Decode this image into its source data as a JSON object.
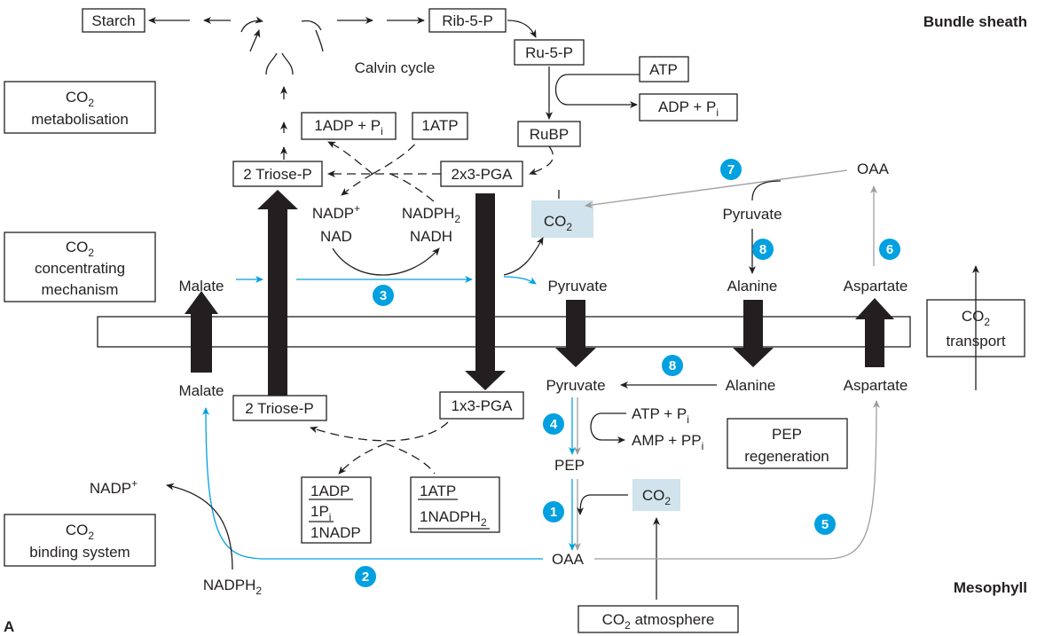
{
  "regions": {
    "bundle_sheath": "Bundle sheath",
    "mesophyll": "Mesophyll",
    "panel_label": "A"
  },
  "side_labels": {
    "metabolisation": {
      "main": "CO",
      "sub": "2",
      "line2": "metabolisation"
    },
    "concentrating": {
      "main": "CO",
      "sub": "2",
      "line2": "concentrating",
      "line3": "mechanism"
    },
    "binding": {
      "main": "CO",
      "sub": "2",
      "line2": "binding system"
    },
    "transport": {
      "main": "CO",
      "sub": "2",
      "line2": "transport"
    },
    "pep_regeneration": {
      "line1": "PEP",
      "line2": "regeneration"
    }
  },
  "calvin": {
    "starch": "Starch",
    "rib5p": "Rib-5-P",
    "ru5p": "Ru-5-P",
    "atp": "ATP",
    "adp_pi": {
      "main": "ADP + P",
      "sub": "i"
    },
    "rubp": "RuBP",
    "calvin_cycle": "Calvin cycle",
    "adp_pi_1": {
      "main": "1ADP + P",
      "sub": "i"
    },
    "atp_1": "1ATP",
    "triose_top": "2 Triose-P",
    "pga_top": "2x3-PGA",
    "nadp": {
      "main": "NADP",
      "sup": "+"
    },
    "nad": "NAD",
    "nadph2": {
      "main": "NADPH",
      "sub": "2"
    },
    "nadh": "NADH",
    "co2_bs": {
      "main": "CO",
      "sub": "2"
    },
    "oaa_bs": "OAA",
    "pyruvate_bs2": "Pyruvate"
  },
  "bundle_sheath_row": {
    "malate": "Malate",
    "pyruvate": "Pyruvate",
    "alanine": "Alanine",
    "aspartate": "Aspartate"
  },
  "mesophyll_row": {
    "malate": "Malate",
    "triose": "2 Triose-P",
    "pga": "1x3-PGA",
    "pyruvate": "Pyruvate",
    "alanine": "Alanine",
    "aspartate": "Aspartate",
    "atp_pi": {
      "main": "ATP + P",
      "sub": "i"
    },
    "amp_ppi": {
      "main": "AMP + PP",
      "sub": "i"
    },
    "pep": "PEP",
    "co2_m": {
      "main": "CO",
      "sub": "2"
    },
    "oaa": "OAA",
    "nadp_m": {
      "main": "NADP",
      "sup": "+"
    },
    "nadph2_m": {
      "main": "NADPH",
      "sub": "2"
    },
    "box_left": {
      "l1": "1ADP",
      "l2": {
        "main": "1P",
        "sub": "i"
      },
      "l3": "1NADP"
    },
    "box_right": {
      "l1": "1ATP",
      "l2": {
        "main": "1NADPH",
        "sub": "2"
      }
    },
    "co2_atm": {
      "main": "CO",
      "sub": "2",
      "rest": " atmosphere"
    }
  },
  "step_numbers": [
    "1",
    "2",
    "3",
    "4",
    "5",
    "6",
    "7",
    "8",
    "8"
  ],
  "colors": {
    "accent": "#00a0e1",
    "arrow": "#231f20",
    "grey": "#9e9e9e",
    "co2_fill": "#d1e3ec"
  }
}
